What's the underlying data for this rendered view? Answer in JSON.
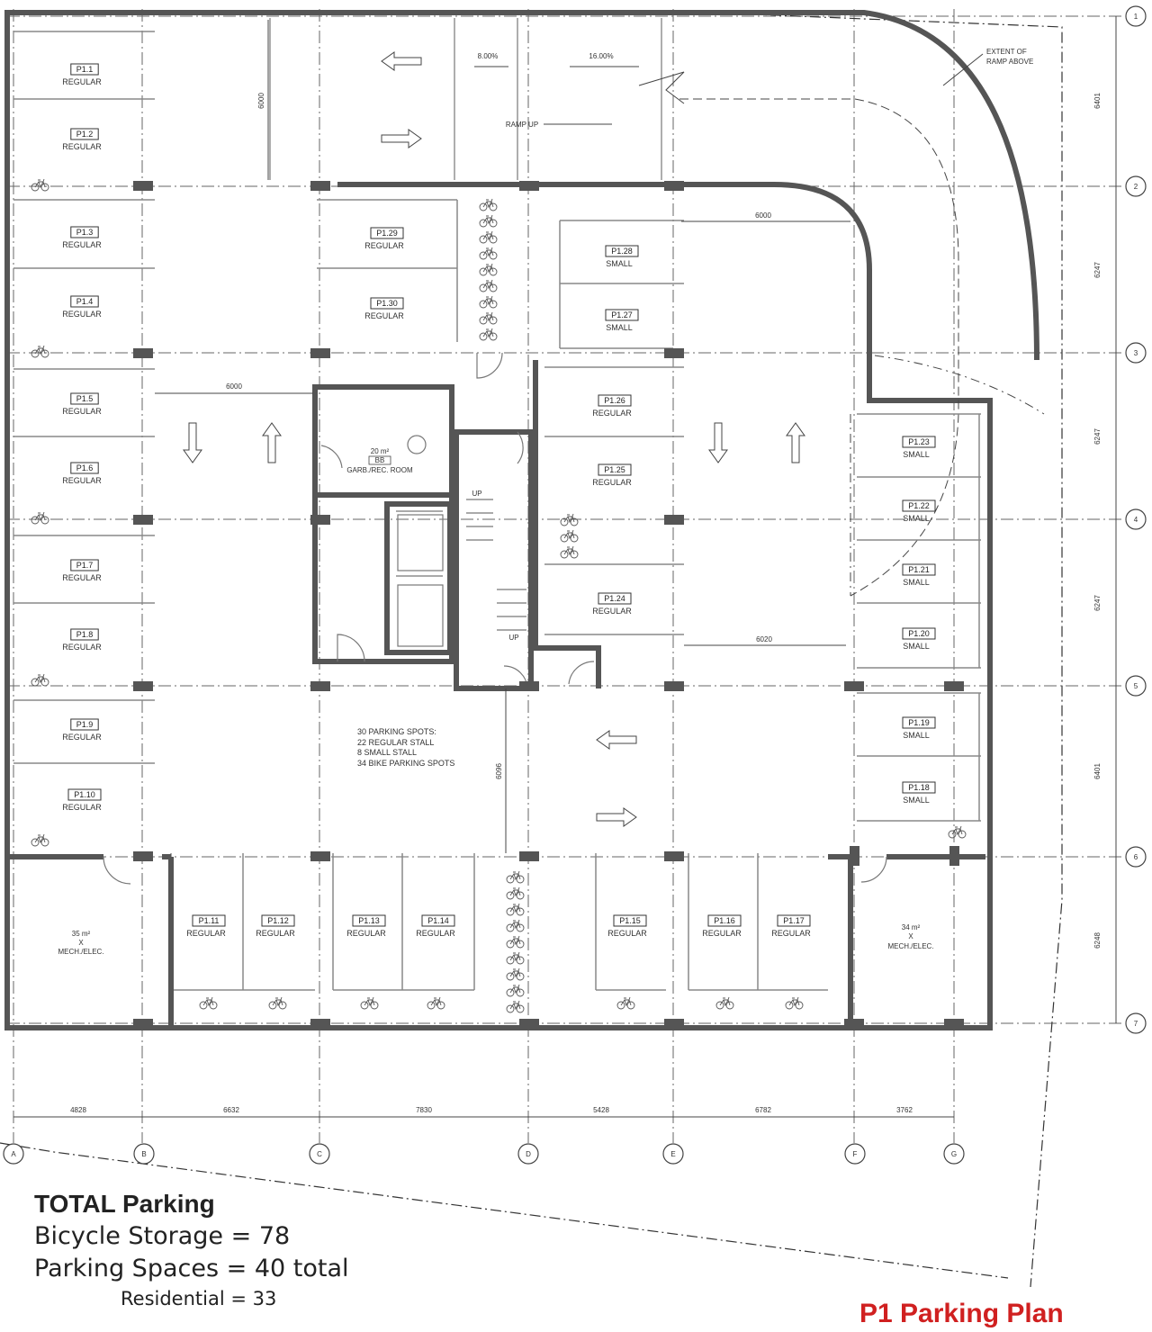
{
  "plan": {
    "grid_cols": [
      "A",
      "B",
      "C",
      "D",
      "E",
      "F",
      "G"
    ],
    "grid_rows": [
      "1",
      "2",
      "3",
      "4",
      "5",
      "6",
      "7"
    ],
    "col_dims": [
      "4828",
      "6632",
      "7830",
      "5428",
      "6782",
      "3762"
    ],
    "row_dims": [
      "6401",
      "6247",
      "6247",
      "6247",
      "6401",
      "6248"
    ],
    "stalls": [
      {
        "id": "P1.1",
        "type": "REGULAR"
      },
      {
        "id": "P1.2",
        "type": "REGULAR"
      },
      {
        "id": "P1.3",
        "type": "REGULAR"
      },
      {
        "id": "P1.4",
        "type": "REGULAR"
      },
      {
        "id": "P1.5",
        "type": "REGULAR"
      },
      {
        "id": "P1.6",
        "type": "REGULAR"
      },
      {
        "id": "P1.7",
        "type": "REGULAR"
      },
      {
        "id": "P1.8",
        "type": "REGULAR"
      },
      {
        "id": "P1.9",
        "type": "REGULAR"
      },
      {
        "id": "P1.10",
        "type": "REGULAR"
      },
      {
        "id": "P1.11",
        "type": "REGULAR"
      },
      {
        "id": "P1.12",
        "type": "REGULAR"
      },
      {
        "id": "P1.13",
        "type": "REGULAR"
      },
      {
        "id": "P1.14",
        "type": "REGULAR"
      },
      {
        "id": "P1.15",
        "type": "REGULAR"
      },
      {
        "id": "P1.16",
        "type": "REGULAR"
      },
      {
        "id": "P1.17",
        "type": "REGULAR"
      },
      {
        "id": "P1.18",
        "type": "SMALL"
      },
      {
        "id": "P1.19",
        "type": "SMALL"
      },
      {
        "id": "P1.20",
        "type": "SMALL"
      },
      {
        "id": "P1.21",
        "type": "SMALL"
      },
      {
        "id": "P1.22",
        "type": "SMALL"
      },
      {
        "id": "P1.23",
        "type": "SMALL"
      },
      {
        "id": "P1.24",
        "type": "REGULAR"
      },
      {
        "id": "P1.25",
        "type": "REGULAR"
      },
      {
        "id": "P1.26",
        "type": "REGULAR"
      },
      {
        "id": "P1.27",
        "type": "SMALL"
      },
      {
        "id": "P1.28",
        "type": "SMALL"
      },
      {
        "id": "P1.29",
        "type": "REGULAR"
      },
      {
        "id": "P1.30",
        "type": "REGULAR"
      }
    ],
    "ramp_slope_1": "8.00%",
    "ramp_slope_2": "16.00%",
    "ramp_label": "RAMP UP",
    "ramp_note_1": "EXTENT OF",
    "ramp_note_2": "RAMP ABOVE",
    "dim_ramp": "6000",
    "dim_aisle_1": "6000",
    "dim_aisle_2": "6000",
    "dim_aisle_3": "6020",
    "dim_aisle_4": "6096",
    "garb_area": "20 m²",
    "garb_tag": "BB",
    "garb_name": "GARB./REC. ROOM",
    "mech_left_area": "35 m²",
    "mech_left_tag": "X",
    "mech_left_name": "MECH./ELEC.",
    "mech_right_area": "34 m²",
    "mech_right_tag": "X",
    "mech_right_name": "MECH./ELEC.",
    "stair_up_1": "UP",
    "stair_up_2": "UP",
    "notes": [
      "30 PARKING SPOTS:",
      "22 REGULAR STALL",
      "8 SMALL STALL",
      "34 BIKE PARKING SPOTS"
    ]
  },
  "summary": {
    "heading": "TOTAL Parking",
    "bicycle": "Bicycle Storage = 78",
    "spaces": "Parking Spaces = 40 total",
    "residential": "Residential = 33"
  },
  "sheet_title": "P1 Parking Plan",
  "colors": {
    "wall": "#555555",
    "line": "#888888",
    "title": "#d02020"
  }
}
